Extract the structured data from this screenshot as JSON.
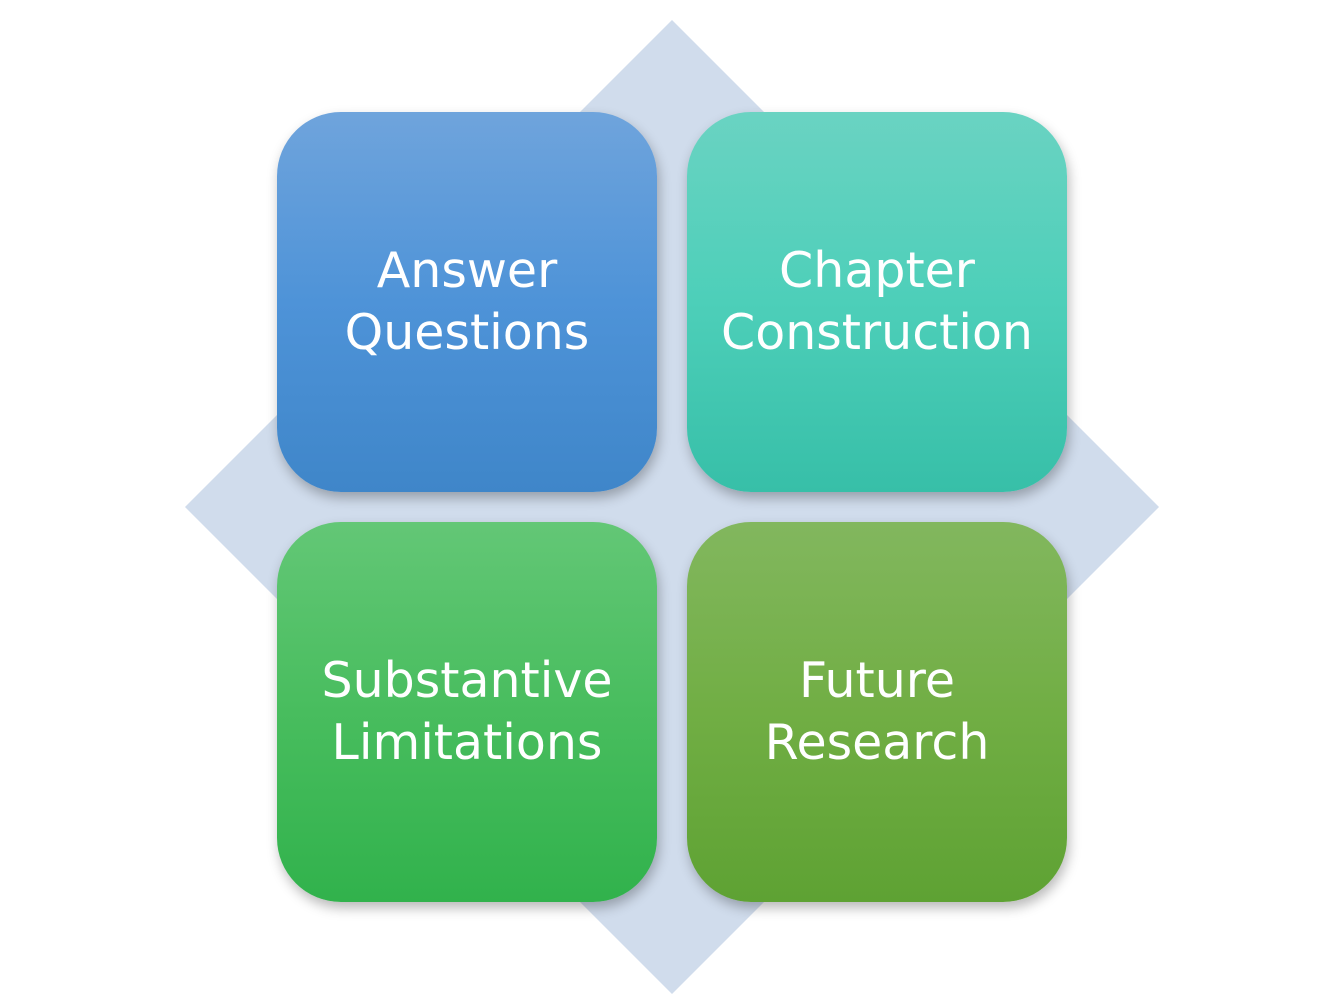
{
  "diagram": {
    "background_color": "#ffffff",
    "diamond_color": "#d0dcec",
    "tiles": [
      {
        "lines": [
          "Answer",
          "Questions"
        ],
        "color": "#4e93d8"
      },
      {
        "lines": [
          "Chapter",
          "Construction"
        ],
        "color": "#4dcfb9"
      },
      {
        "lines": [
          "Substantive",
          "Limitations"
        ],
        "color": "#48bd5e"
      },
      {
        "lines": [
          "Future",
          "Research"
        ],
        "color": "#71ae44"
      }
    ]
  }
}
